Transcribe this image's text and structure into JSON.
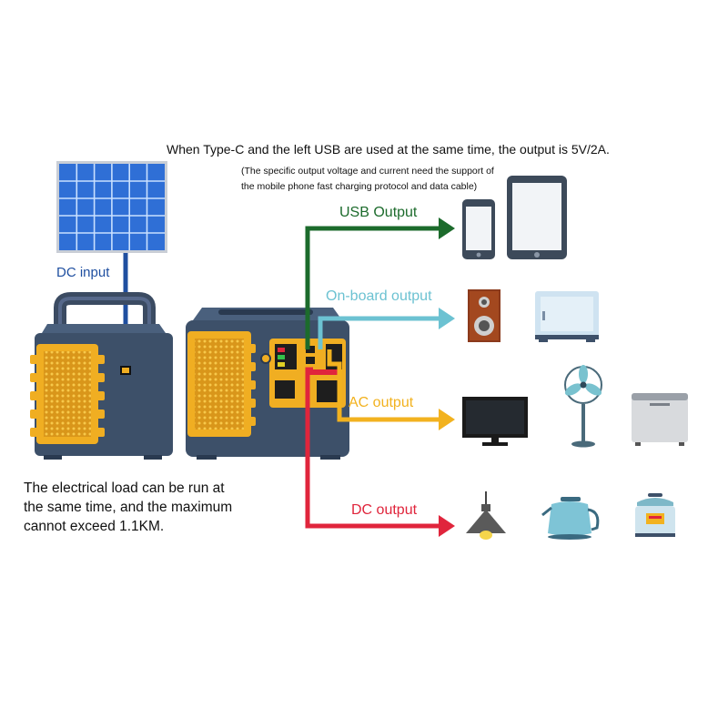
{
  "header": {
    "main_note": "When Type-C and the left USB are used at the same time, the output is 5V/2A.",
    "sub_note_line1": "(The specific output voltage and current need the support of",
    "sub_note_line2": "the mobile phone fast charging protocol and data cable)"
  },
  "input": {
    "label": "DC input",
    "color": "#1f4fa0"
  },
  "outputs": {
    "usb": {
      "label": "USB Output",
      "color": "#1c6b2c"
    },
    "onboard": {
      "label": "On-board output",
      "color": "#6cc2d2"
    },
    "ac": {
      "label": "AC output",
      "color": "#f2b21f"
    },
    "dc": {
      "label": "DC output",
      "color": "#e0253c"
    }
  },
  "load_note": {
    "line1": "The electrical load can be run at",
    "line2": "the same time, and the maximum",
    "line3": "cannot exceed 1.1KM."
  },
  "colors": {
    "unit_body": "#3d5069",
    "unit_trim": "#f0ae22",
    "solar_panel": "#2f6fd6"
  }
}
